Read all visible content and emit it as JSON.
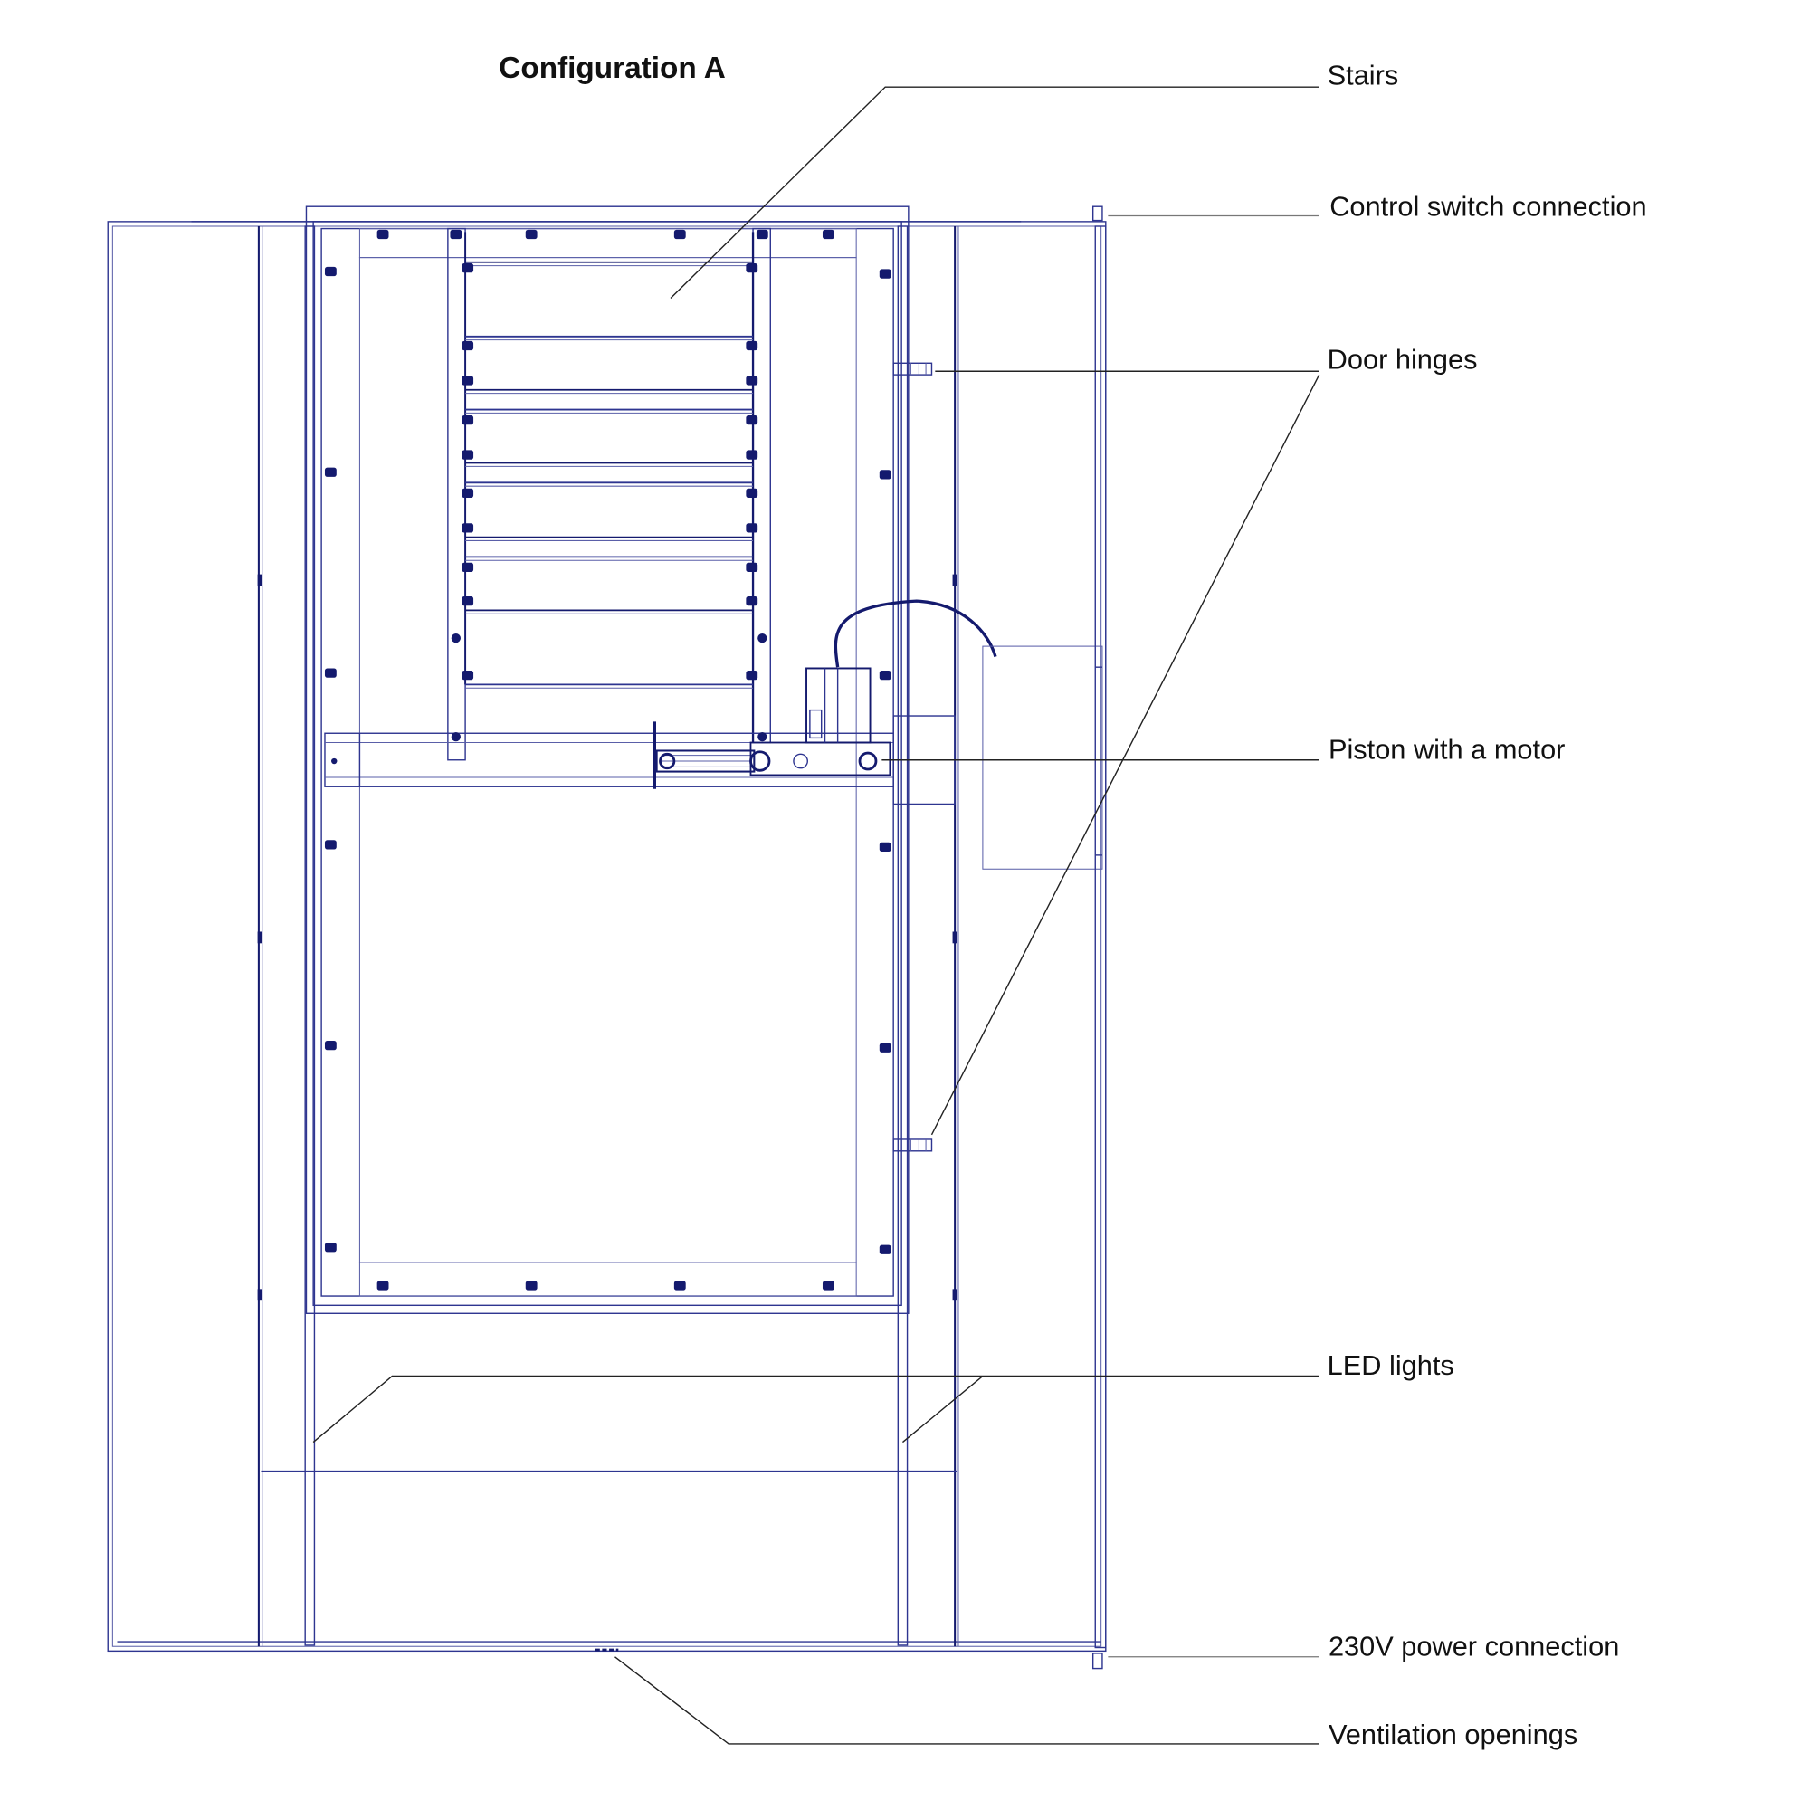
{
  "title": "Configuration A",
  "labels": {
    "stairs": "Stairs",
    "control_switch": "Control switch connection",
    "door_hinges": "Door hinges",
    "piston": "Piston with a motor",
    "led": "LED lights",
    "power": "230V power connection",
    "ventilation": "Ventilation openings"
  },
  "colors": {
    "line": "#2e3590",
    "dark": "#141a6e",
    "leader": "#222222"
  }
}
